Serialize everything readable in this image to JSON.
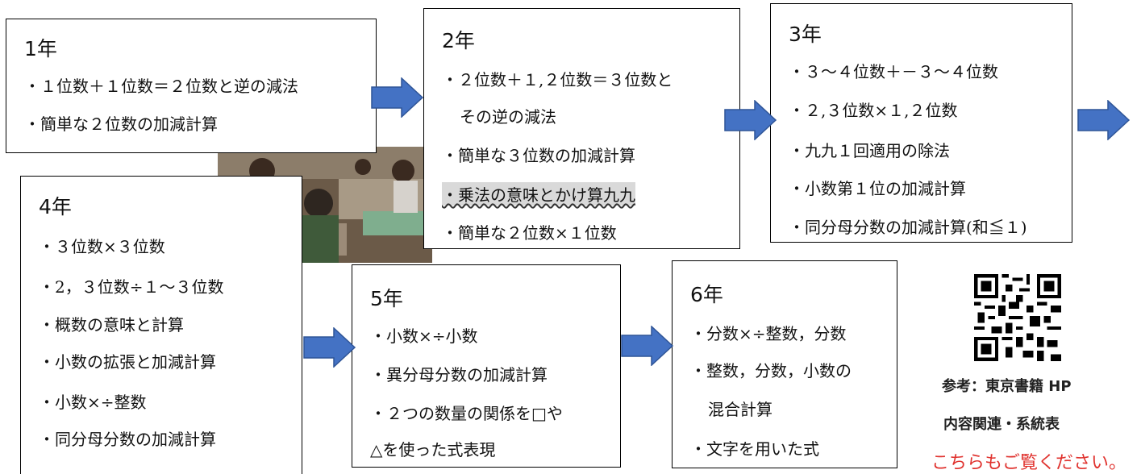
{
  "grades": [
    {
      "title": "1年",
      "items": [
        "・１位数＋１位数＝２位数と逆の減法",
        "・簡単な２位数の加減計算"
      ]
    },
    {
      "title": "2年",
      "items": [
        "・２位数＋１,２位数＝３位数と",
        "その逆の減法",
        "・簡単な３位数の加減計算",
        "・乗法の意味とかけ算九九",
        "・簡単な２位数×１位数"
      ]
    },
    {
      "title": "3年",
      "items": [
        "・３～４位数＋－３～４位数",
        "・２,３位数×１,２位数",
        "・九九１回適用の除法",
        "・小数第１位の加減計算",
        "・同分母分数の加減計算(和≦１)"
      ]
    },
    {
      "title": "4年",
      "items": [
        "・３位数×３位数",
        "・2，３位数÷１～３位数",
        "・概数の意味と計算",
        "・小数の拡張と加減計算",
        "・小数×÷整数",
        "・同分母分数の加減計算"
      ]
    },
    {
      "title": "5年",
      "items": [
        "・小数×÷小数",
        "・異分母分数の加減計算",
        "・２つの数量の関係を□や",
        "△を使った式表現"
      ]
    },
    {
      "title": "6年",
      "items": [
        "・分数×÷整数，分数",
        "・整数，分数，小数の",
        "混合計算",
        "・文字を用いた式"
      ]
    }
  ],
  "reference": {
    "line1": "参考：東京書籍 HP",
    "line2": "内容関連・系統表",
    "note": "こちらもご覧ください。"
  },
  "colors": {
    "arrow": "#4472c4",
    "arrow_border": "#2f5597",
    "note": "#e0332f"
  }
}
